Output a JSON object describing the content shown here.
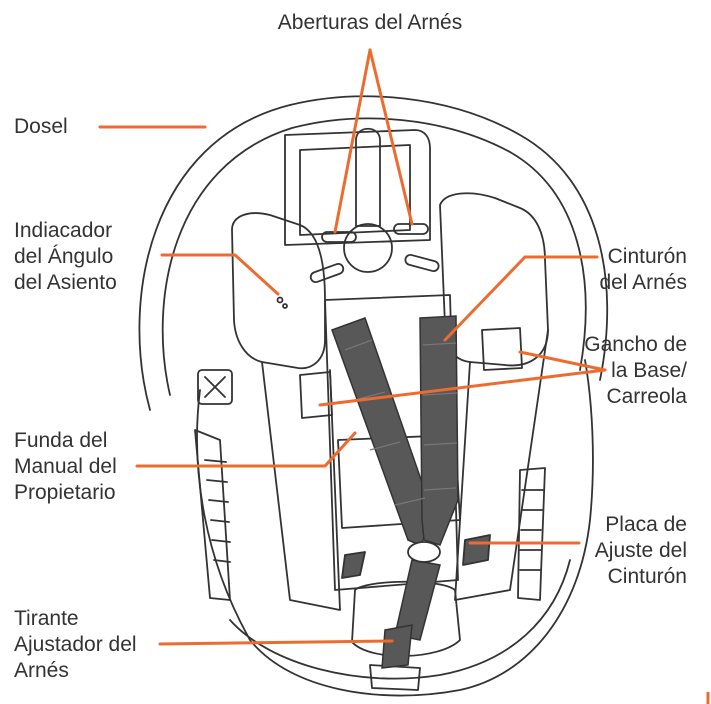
{
  "labels": {
    "harness_slots": "Aberturas del Arnés",
    "canopy": "Dosel",
    "seat_angle_indicator": "Indiacador\ndel Ángulo\ndel Asiento",
    "harness_belt": "Cinturón\ndel Arnés",
    "base_stroller_hook": "Gancho de\nla Base/\nCarreola",
    "owners_manual_sleeve": "Funda del\nManual del\nPropietario",
    "belt_adjust_plate": "Placa de\nAjuste  del\nCinturón",
    "harness_adjuster_strap": "Tirante\nAjustador del\nArnés"
  },
  "colors": {
    "callout": "#EE6B2F",
    "outline": "#333333",
    "strap": "#585858",
    "text": "#333333"
  }
}
